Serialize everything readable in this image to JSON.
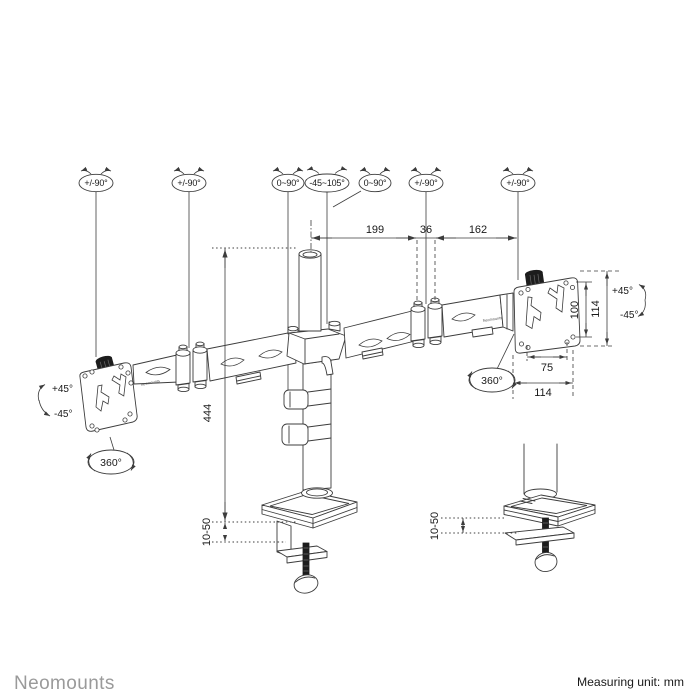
{
  "product": "dual-monitor-desk-mount-technical-drawing",
  "top_labels": [
    "+/-90°",
    "+/-90°",
    "0~90°",
    "-45~105°",
    "0~90°",
    "+/-90°",
    "+/-90°"
  ],
  "dimensions": {
    "arm_left": "199",
    "elbow": "36",
    "arm_right": "162",
    "pole_height": "444",
    "clamp_range": "10-50",
    "grommet_range": "10-50",
    "vesa_v_inner": "100",
    "vesa_v_outer": "114",
    "vesa_h_inner": "75",
    "vesa_h_outer": "114"
  },
  "rotation": {
    "left_tilt_plus": "+45°",
    "left_tilt_minus": "-45°",
    "left_swivel": "360°",
    "right_tilt_plus": "+45°",
    "right_tilt_minus": "-45°",
    "right_swivel": "360°"
  },
  "branding": {
    "logo": "Neomounts",
    "arm_print": "Neomounts",
    "note": "Measuring unit: mm"
  },
  "colors": {
    "line": "#3c3c3c",
    "text": "#1a1a1a",
    "knob": "#1d1d1d",
    "logo_gray": "#9a9a9a",
    "background": "#ffffff"
  }
}
